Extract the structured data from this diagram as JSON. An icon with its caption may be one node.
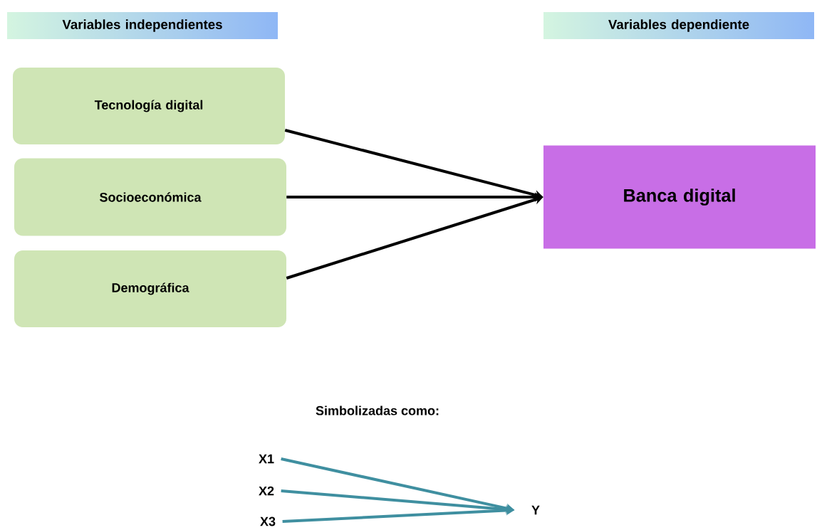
{
  "diagram": {
    "nodes": [
      {
        "text": [
          "Variables independientes"
        ]
      },
      {
        "text": [
          "Variables dependiente"
        ]
      },
      {
        "text": [
          "Tecnología digital"
        ]
      },
      {
        "text": [
          "Socioeconómica"
        ]
      },
      {
        "text": [
          "Demográfica"
        ]
      },
      {
        "text": [
          "Banca digital"
        ]
      },
      {
        "text": [
          "X1"
        ]
      },
      {
        "text": [
          "X2"
        ]
      },
      {
        "text": [
          "X3"
        ]
      },
      {
        "text": [
          "Y"
        ]
      }
    ],
    "edges": [
      {
        "from": 2,
        "to": 5,
        "arrow": "to"
      },
      {
        "from": 3,
        "to": 5,
        "arrow": "to"
      },
      {
        "from": 4,
        "to": 5,
        "arrow": "to"
      },
      {
        "from": 6,
        "to": 9,
        "arrow": "to",
        "color": "#3f8fa0"
      },
      {
        "from": 7,
        "to": 9,
        "arrow": "to",
        "color": "#3f8fa0"
      },
      {
        "from": 8,
        "to": 9,
        "arrow": "to",
        "color": "#3f8fa0"
      }
    ],
    "labels": [
      "Simbolizadas como:"
    ]
  }
}
